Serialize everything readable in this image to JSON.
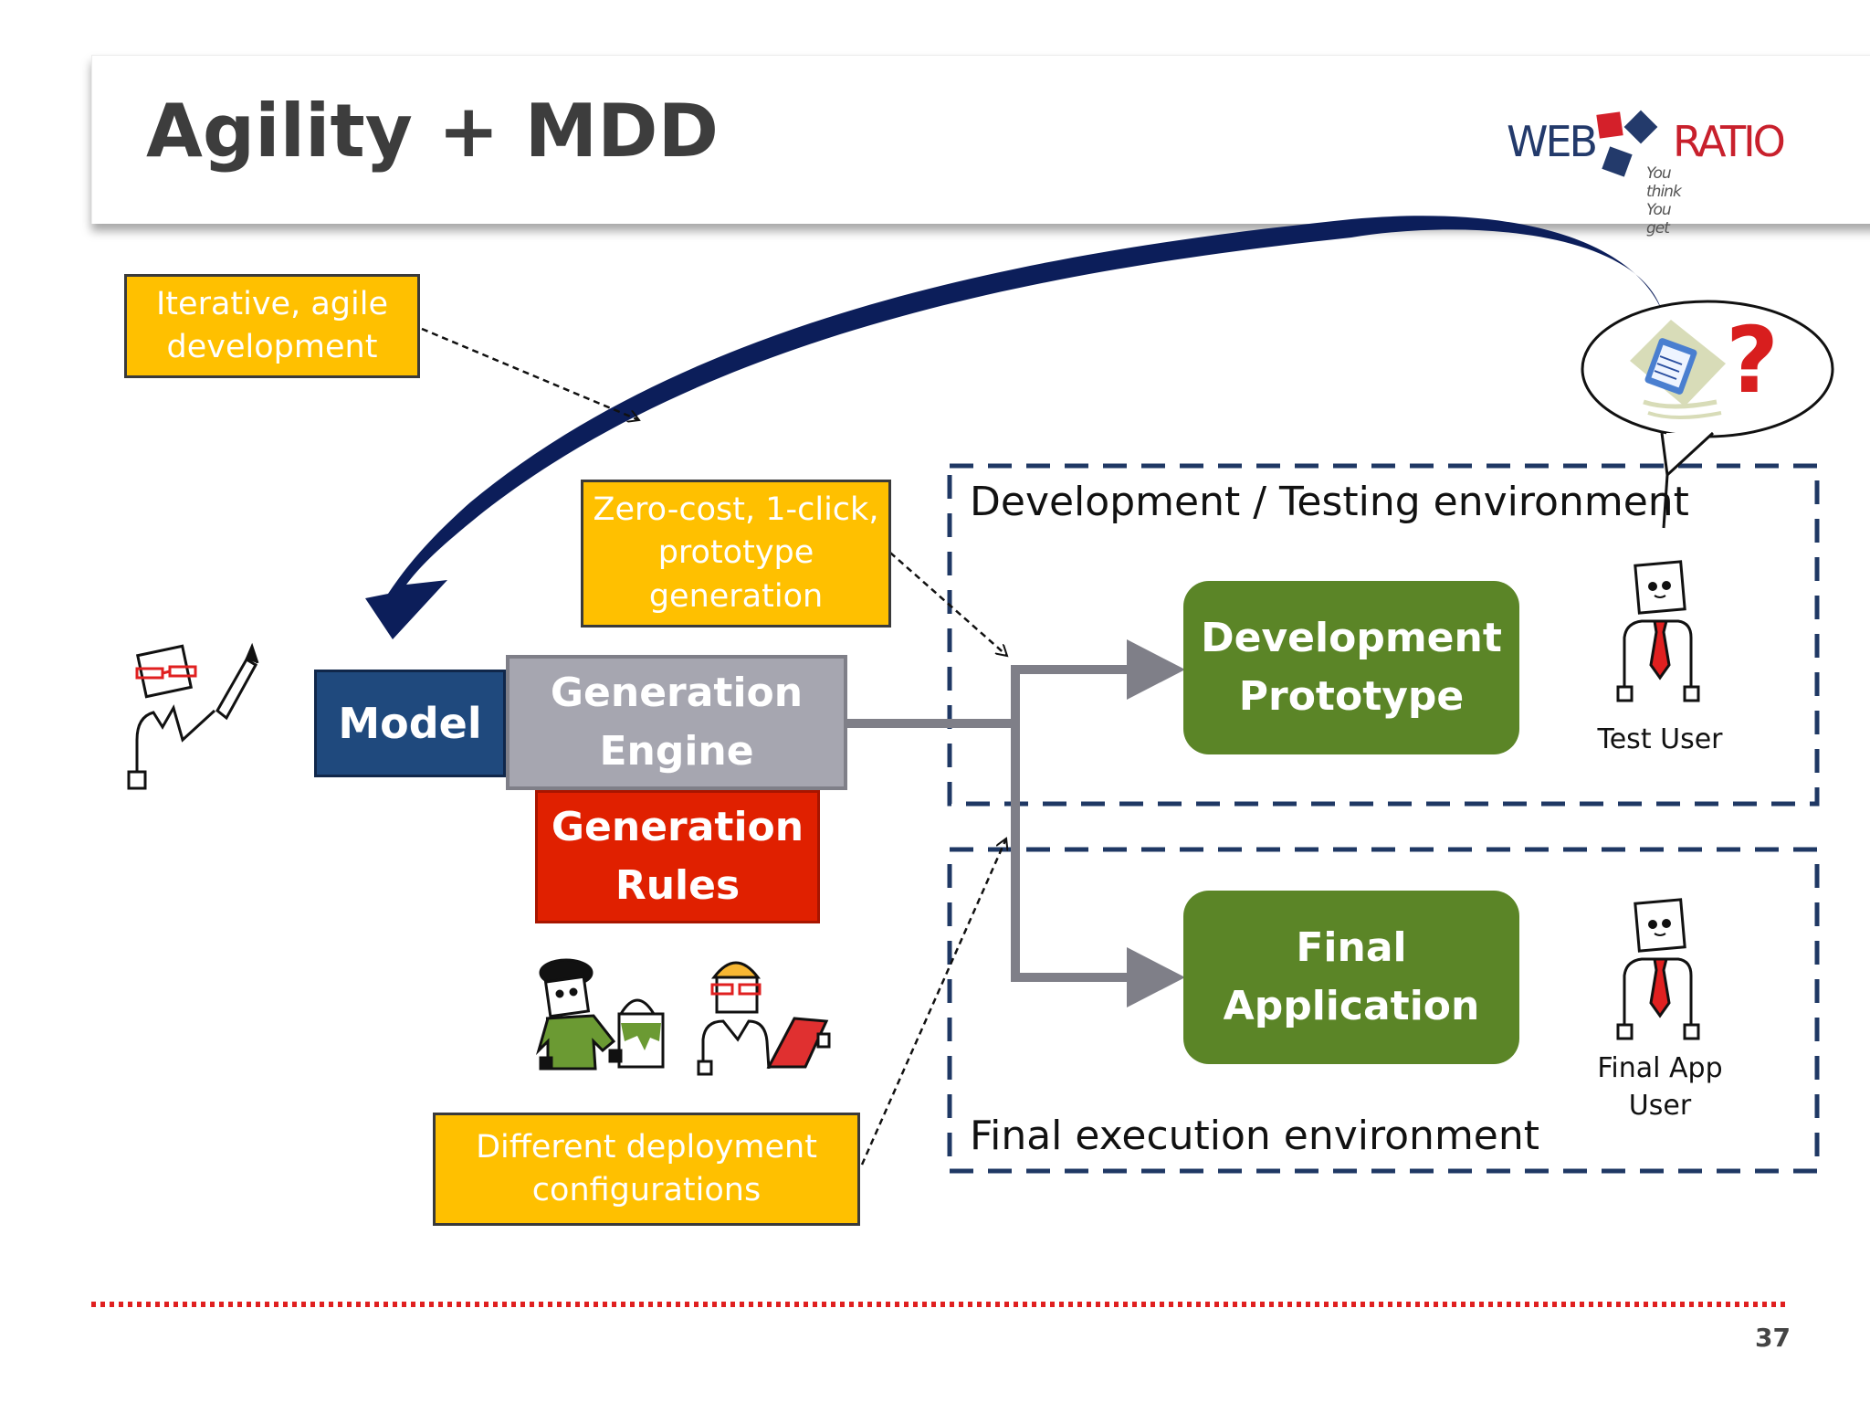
{
  "title": "Agility + MDD",
  "logo": {
    "left": "WEB",
    "right": "RATIO",
    "tagline": "You think You get"
  },
  "callouts": {
    "iterative": "Iterative, agile development",
    "zero_cost": "Zero-cost, 1-click, prototype generation",
    "deployment": "Different deployment configurations"
  },
  "blocks": {
    "model": "Model",
    "generation_engine": "Generation Engine",
    "generation_rules": "Generation Rules",
    "development_prototype": "Development Prototype",
    "final_application": "Final Application"
  },
  "environments": {
    "dev_testing": "Development / Testing environment",
    "final_execution": "Final execution environment"
  },
  "users": {
    "test_user": "Test User",
    "final_app_user": "Final App User"
  },
  "speech_bubble": {
    "mark": "?"
  },
  "page_number": "37",
  "colors": {
    "callout_fill": "#ffc000",
    "model_fill": "#1f497d",
    "engine_fill": "#a6a6b0",
    "rules_fill": "#e02000",
    "output_fill": "#5b8527",
    "env_border": "#1f3864",
    "arc_fill": "#0c1e5a",
    "footer_dots": "#e02020"
  },
  "icons": [
    "developer-icon",
    "designer-icon",
    "engineer-icon",
    "test-user-icon",
    "final-user-icon",
    "checklist-icon"
  ]
}
